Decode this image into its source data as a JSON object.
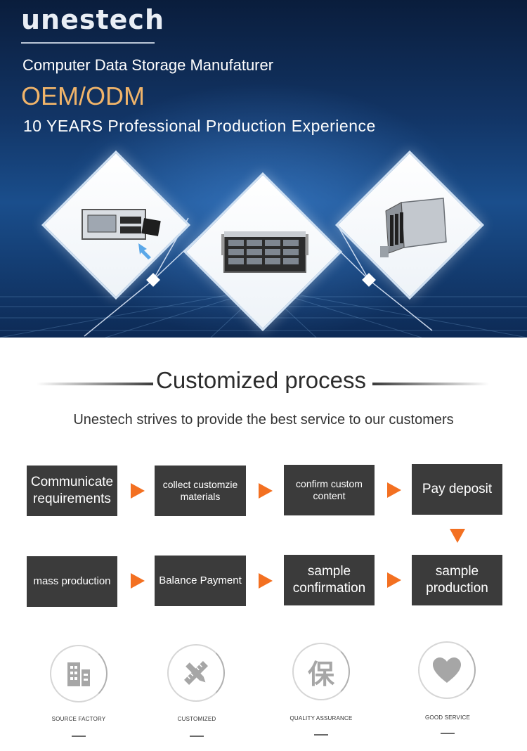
{
  "hero": {
    "brand": "unestech",
    "tagline": "Computer Data Storage Manufaturer",
    "oem": "OEM/ODM",
    "experience": "10 YEARS Professional Production Experience",
    "products": [
      "hdd-mobile-rack-icon",
      "storage-server-chassis-icon",
      "hot-swap-cage-icon"
    ]
  },
  "process": {
    "title": "Customized process",
    "subtitle": "Unestech strives to provide the best service to our customers",
    "steps": [
      "Communicate requirements",
      "collect customzie materials",
      "confirm custom content",
      "Pay deposit",
      "sample production",
      "sample confirmation",
      "Balance Payment",
      "mass production"
    ],
    "arrow_color": "#f37021",
    "box_color": "#3b3b3b"
  },
  "features": [
    {
      "label": "SOURCE FACTORY",
      "icon": "building-icon"
    },
    {
      "label": "CUSTOMIZED",
      "icon": "pencil-ruler-icon"
    },
    {
      "label": "QUALITY ASSURANCE",
      "icon": "bao-character-icon",
      "glyph": "保"
    },
    {
      "label": "GOOD SERVICE",
      "icon": "heart-icon"
    }
  ]
}
